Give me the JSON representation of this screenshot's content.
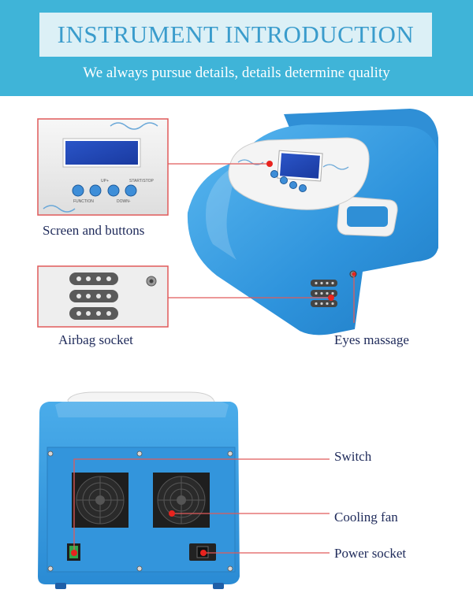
{
  "header": {
    "title": "INSTRUMENT INTRODUCTION",
    "subtitle": "We always pursue details, details determine quality"
  },
  "panel": {
    "buttons": [
      "UP+",
      "START/STOP",
      "FUNCTION",
      "DOWN-"
    ]
  },
  "labels": {
    "screen_buttons": "Screen and buttons",
    "airbag_socket": "Airbag socket",
    "eyes_massage": "Eyes massage",
    "switch": "Switch",
    "cooling_fan": "Cooling fan",
    "power_socket": "Power socket"
  },
  "colors": {
    "header_bg": "#3fb4d8",
    "device_blue": "#3a9ee0",
    "callout_red": "#e05a5a"
  }
}
